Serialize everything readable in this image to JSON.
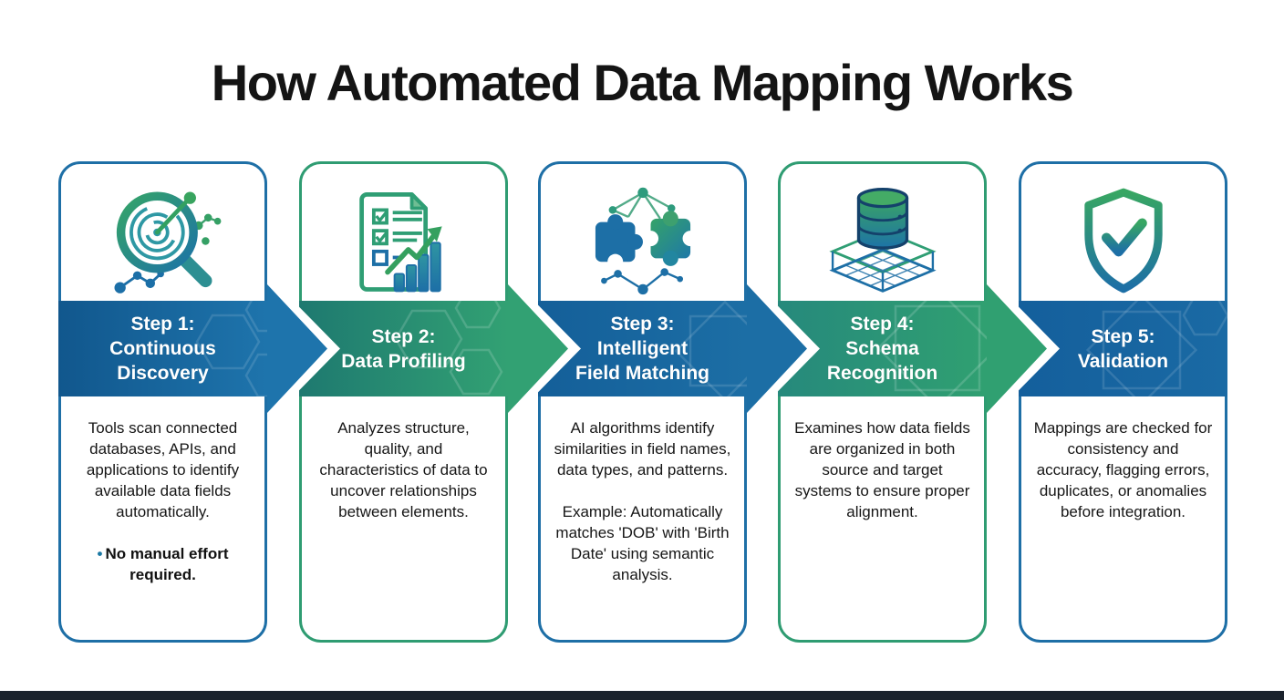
{
  "title": "How Automated Data Mapping Works",
  "steps": [
    {
      "heading": "Step 1:\nContinuous\nDiscovery",
      "paragraph": "Tools scan connected databases, APIs, and applications to identify available data fields automatically.",
      "bullet": "No manual effort required.",
      "icon": "magnifier-radar-icon",
      "accent": "#1e6fa6",
      "band_style": "blue"
    },
    {
      "heading": "Step 2:\nData Profiling",
      "paragraph": "Analyzes structure, quality, and characteristics of data to uncover relationships between elements.",
      "icon": "document-checklist-chart-icon",
      "accent": "#2f9c72",
      "band_style": "green"
    },
    {
      "heading": "Step 3:\nIntelligent\nField Matching",
      "paragraph": "AI algorithms identify similarities in field names, data types, and patterns.",
      "paragraph2": "Example: Automatically matches 'DOB' with 'Birth Date' using semantic analysis.",
      "icon": "puzzle-network-icon",
      "accent": "#1e6fa6",
      "band_style": "blue"
    },
    {
      "heading": "Step 4:\nSchema\nRecognition",
      "paragraph": "Examines how data fields are organized in both source and target systems to ensure proper alignment.",
      "icon": "database-grid-icon",
      "accent": "#2f9c72",
      "band_style": "green"
    },
    {
      "heading": "Step 5:\nValidation",
      "paragraph": "Mappings are checked for consistency and accuracy, flagging errors, duplicates, or anomalies before integration.",
      "icon": "shield-check-icon",
      "accent": "#1e6fa6",
      "band_style": "blue"
    }
  ],
  "colors": {
    "band_blue_dark": "#11578d",
    "band_blue_light": "#1e74ac",
    "band_green_dark": "#1e7970",
    "band_green_light": "#32a173",
    "card_border_blue": "#1e6fa6",
    "card_border_green": "#2f9c72",
    "bullet_dot": "#1a78a4",
    "bottom_bar": "#1a222c",
    "title_text": "#141414",
    "step_text": "#ffffff"
  }
}
